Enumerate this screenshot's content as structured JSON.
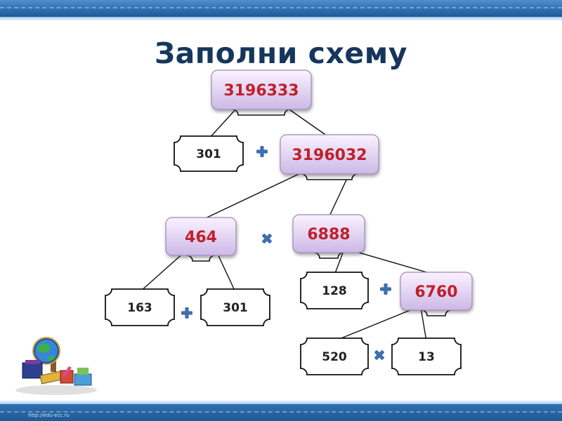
{
  "title": "Заполни схему",
  "footer_url": "http://edu-ecc.ru",
  "colors": {
    "band": "#2f6fb0",
    "title": "#17365d",
    "answer_text": "#c0202a",
    "answer_fill_top": "#faf2ff",
    "answer_fill_bottom": "#cdb8e6",
    "answer_border": "#9d8ab8",
    "box_border": "#111111",
    "operator": "#3f6fae"
  },
  "nodes": [
    {
      "id": "n1",
      "value": "3196333",
      "kind": "answer"
    },
    {
      "id": "n2",
      "value": "301",
      "kind": "given"
    },
    {
      "id": "n3",
      "value": "3196032",
      "kind": "answer"
    },
    {
      "id": "n4",
      "value": "464",
      "kind": "answer"
    },
    {
      "id": "n5",
      "value": "6888",
      "kind": "answer"
    },
    {
      "id": "n6",
      "value": "163",
      "kind": "given"
    },
    {
      "id": "n7",
      "value": "301",
      "kind": "given"
    },
    {
      "id": "n8",
      "value": "128",
      "kind": "given"
    },
    {
      "id": "n9",
      "value": "6760",
      "kind": "answer"
    },
    {
      "id": "n10",
      "value": "520",
      "kind": "given"
    },
    {
      "id": "n11",
      "value": "13",
      "kind": "given"
    }
  ],
  "operators": [
    {
      "id": "op1",
      "symbol": "plus",
      "icon": "plus-icon"
    },
    {
      "id": "op2",
      "symbol": "times",
      "icon": "times-icon"
    },
    {
      "id": "op3",
      "symbol": "plus",
      "icon": "plus-icon"
    },
    {
      "id": "op4",
      "symbol": "plus",
      "icon": "plus-icon"
    },
    {
      "id": "op5",
      "symbol": "times",
      "icon": "times-icon"
    }
  ],
  "edges": [
    {
      "from": "n1",
      "to": "n2"
    },
    {
      "from": "n1",
      "to": "n3"
    },
    {
      "from": "n3",
      "to": "n4"
    },
    {
      "from": "n3",
      "to": "n5"
    },
    {
      "from": "n4",
      "to": "n6"
    },
    {
      "from": "n4",
      "to": "n7"
    },
    {
      "from": "n5",
      "to": "n8"
    },
    {
      "from": "n5",
      "to": "n9"
    },
    {
      "from": "n9",
      "to": "n10"
    },
    {
      "from": "n9",
      "to": "n11"
    }
  ],
  "clipart": {
    "icon": "globe-books-icon"
  }
}
